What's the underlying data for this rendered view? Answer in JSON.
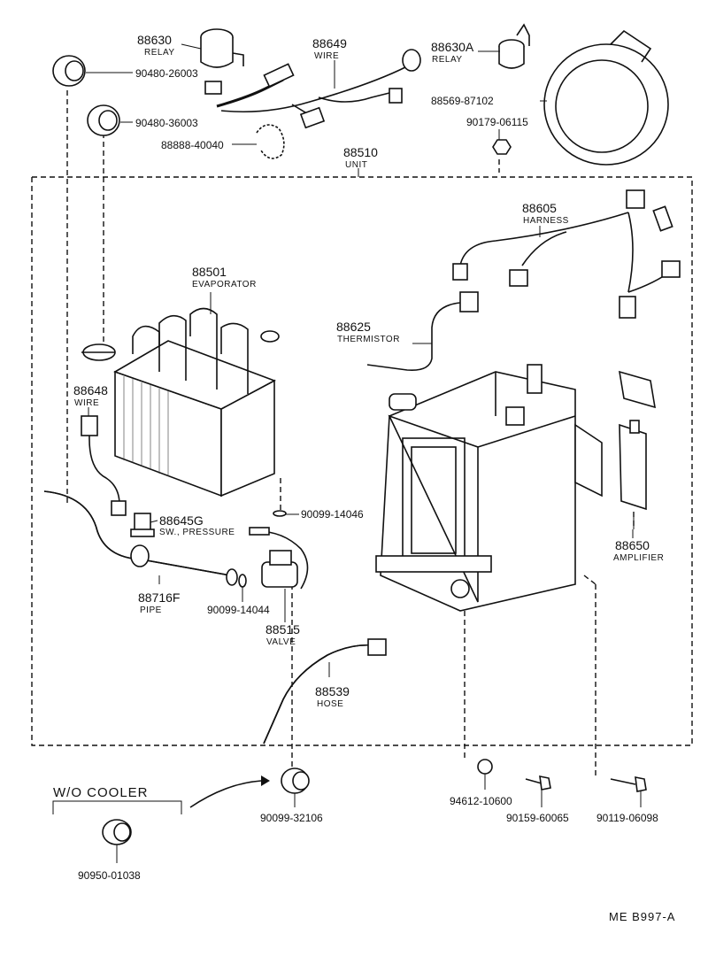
{
  "parts": {
    "relay_88630": {
      "number": "88630",
      "name": "RELAY"
    },
    "wire_88649": {
      "number": "88649",
      "name": "WIRE"
    },
    "relay_88630a": {
      "number": "88630A",
      "name": "RELAY"
    },
    "grommet_90480_26003": {
      "number": "90480-26003"
    },
    "grommet_90480_36003": {
      "number": "90480-36003"
    },
    "clip_88888_40040": {
      "number": "88888-40040"
    },
    "duct_88569_87102": {
      "number": "88569-87102"
    },
    "nut_90179_06115": {
      "number": "90179-06115"
    },
    "unit_88510": {
      "number": "88510",
      "name": "UNIT"
    },
    "harness_88605": {
      "number": "88605",
      "name": "HARNESS"
    },
    "evaporator_88501": {
      "number": "88501",
      "name": "EVAPORATOR"
    },
    "thermistor_88625": {
      "number": "88625",
      "name": "THERMISTOR"
    },
    "wire_88648": {
      "number": "88648",
      "name": "WIRE"
    },
    "switch_88645g": {
      "number": "88645G",
      "name": "SW., PRESSURE"
    },
    "oring_90099_14046": {
      "number": "90099-14046"
    },
    "pipe_88716f": {
      "number": "88716F",
      "name": "PIPE"
    },
    "oring_90099_14044": {
      "number": "90099-14044"
    },
    "valve_88515": {
      "number": "88515",
      "name": "VALVE"
    },
    "amplifier_88650": {
      "number": "88650",
      "name": "AMPLIFIER"
    },
    "hose_88539": {
      "number": "88539",
      "name": "HOSE"
    },
    "grommet_90099_32106": {
      "number": "90099-32106"
    },
    "washer_94612_10600": {
      "number": "94612-10600"
    },
    "screw_90159_60065": {
      "number": "90159-60065"
    },
    "bolt_90119_06098": {
      "number": "90119-06098"
    },
    "plug_90950_01038": {
      "number": "90950-01038"
    }
  },
  "wo_cooler": {
    "label": "W/O COOLER"
  },
  "drawing_code": "ME  B997-A"
}
